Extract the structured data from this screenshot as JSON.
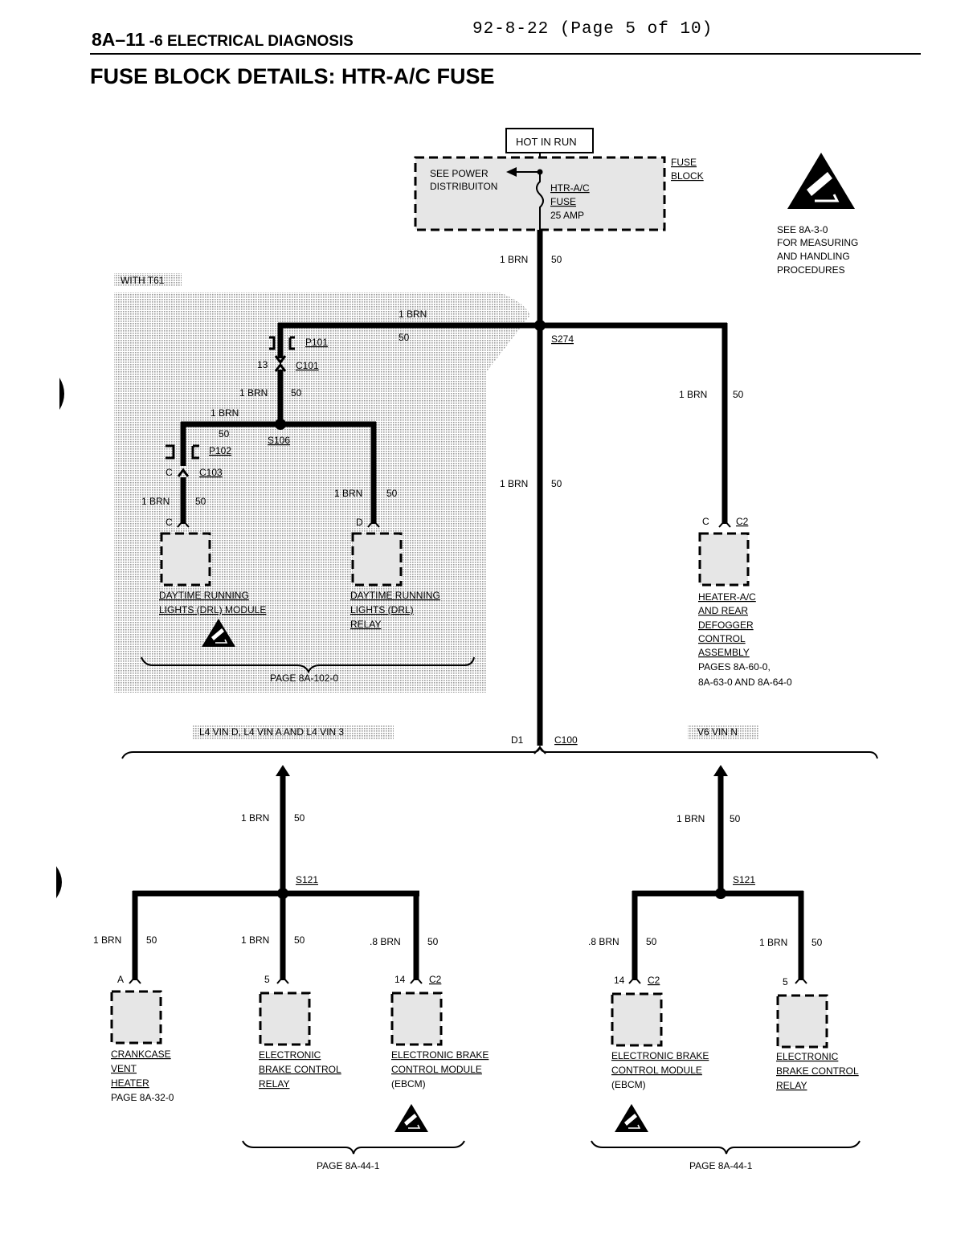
{
  "header": {
    "section": "8A–11 -6 ELECTRICAL DIAGNOSIS",
    "section_prefix": "8A–11",
    "section_rest": "-6 ELECTRICAL DIAGNOSIS",
    "date_page": "92-8-22 (Page 5 of 10)",
    "title": "FUSE BLOCK DETAILS: HTR-A/C FUSE"
  },
  "power": {
    "hot_label": "HOT IN RUN",
    "fuse_block_label": [
      "FUSE",
      "BLOCK"
    ],
    "see_power": [
      "SEE POWER",
      "DISTRIBUITON"
    ],
    "fuse_name": [
      "HTR-A/C",
      "FUSE",
      "25 AMP"
    ]
  },
  "esd_note": [
    "SEE 8A-3-0",
    "FOR MEASURING",
    "AND HANDLING",
    "PROCEDURES"
  ],
  "option_labels": {
    "with_t61": "WITH T61",
    "l4_vin": "L4 VIN D, L4 VIN A AND L4 VIN 3",
    "v6_vin": "V6 VIN N"
  },
  "wires": {
    "brn_1": "1 BRN",
    "brn_08": ".8 BRN",
    "circuit": "50"
  },
  "splices": {
    "s274": "S274",
    "s106": "S106",
    "s121": "S121"
  },
  "connectors": {
    "p101": "P101",
    "c101": "C101",
    "c101_pin": "13",
    "p102": "P102",
    "c103": "C103",
    "c103_pin": "C",
    "c100": "C100",
    "c100_pin": "D1",
    "c2": "C2"
  },
  "components": {
    "drl_module": {
      "pin": "C",
      "lines": [
        "DAYTIME RUNNING",
        "LIGHTS (DRL) MODULE"
      ]
    },
    "drl_relay": {
      "pin": "D",
      "lines": [
        "DAYTIME RUNNING",
        "LIGHTS (DRL)",
        "RELAY"
      ]
    },
    "drl_page": "PAGE 8A-102-0",
    "heater_ac": {
      "pin": "C",
      "conn": "C2",
      "lines": [
        "HEATER-A/C",
        "AND REAR",
        "DEFOGGER",
        "CONTROL",
        "ASSEMBLY"
      ],
      "pages": [
        "PAGES 8A-60-0,",
        "8A-63-0 AND 8A-64-0"
      ]
    },
    "crankcase": {
      "pin": "A",
      "lines": [
        "CRANKCASE",
        "VENT",
        "HEATER"
      ],
      "page": "PAGE 8A-32-0"
    },
    "ebcr_left": {
      "pin": "5",
      "lines": [
        "ELECTRONIC",
        "BRAKE CONTROL",
        "RELAY"
      ]
    },
    "ebcm_left": {
      "pin": "14",
      "conn": "C2",
      "lines": [
        "ELECTRONIC BRAKE",
        "CONTROL MODULE"
      ],
      "abbr": "(EBCM)"
    },
    "ebcm_right": {
      "pin": "14",
      "conn": "C2",
      "lines": [
        "ELECTRONIC BRAKE",
        "CONTROL MODULE"
      ],
      "abbr": "(EBCM)"
    },
    "ebcr_right": {
      "pin": "5",
      "lines": [
        "ELECTRONIC",
        "BRAKE CONTROL",
        "RELAY"
      ]
    },
    "page_left": "PAGE 8A-44-1",
    "page_right": "PAGE 8A-44-1"
  }
}
